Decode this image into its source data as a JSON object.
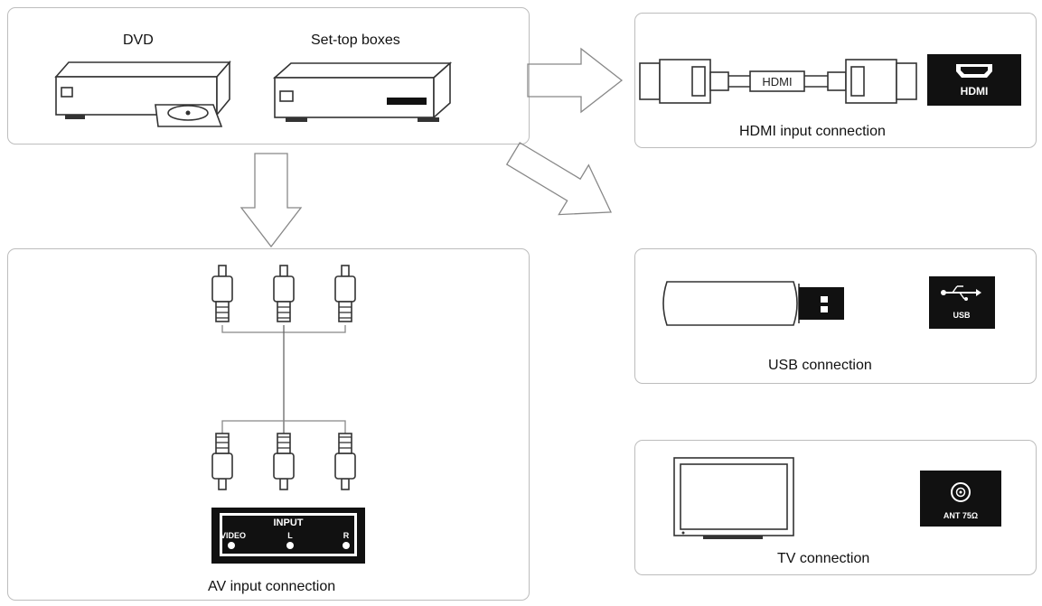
{
  "sources": {
    "dvd_label": "DVD",
    "settop_label": "Set-top boxes"
  },
  "hdmi": {
    "cable_label": "HDMI",
    "port_label": "HDMI",
    "caption": "HDMI input connection"
  },
  "usb": {
    "port_label": "USB",
    "caption": "USB connection"
  },
  "tv": {
    "port_label": "ANT 75Ω",
    "caption": "TV connection"
  },
  "av": {
    "panel_title": "INPUT",
    "jacks": [
      "VIDEO",
      "L",
      "R"
    ],
    "caption": "AV input connection"
  },
  "colors": {
    "panel_border": "#bdbdbd",
    "line_art": "#333333",
    "port_plate": "#111111"
  }
}
